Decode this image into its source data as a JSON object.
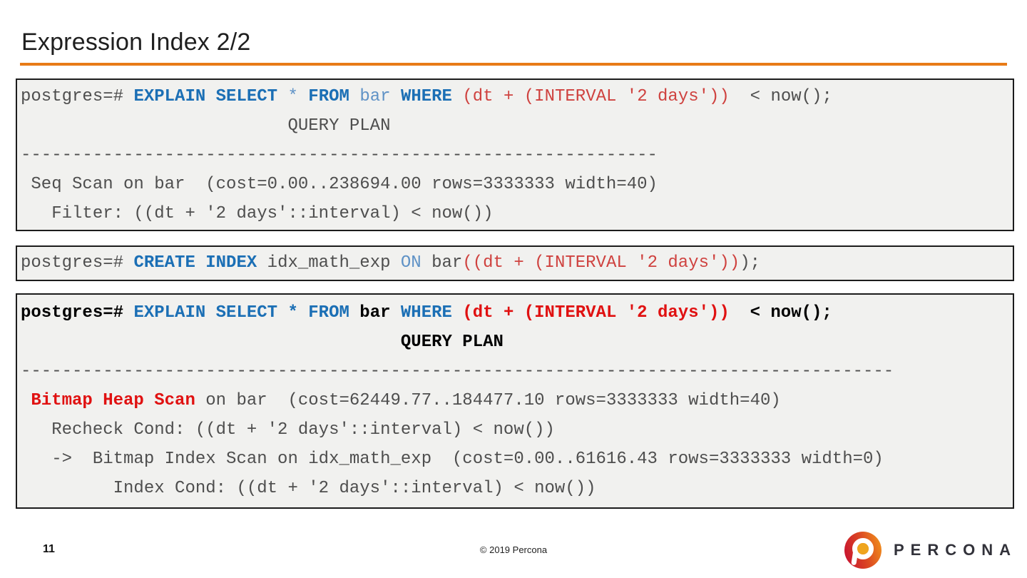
{
  "slide": {
    "title": "Expression Index 2/2",
    "page_number": "11",
    "copyright": "© 2019 Percona",
    "brand_wordmark": "PERCONA"
  },
  "colors": {
    "accent_orange": "#E87B17",
    "keyword_blue": "#1B6FB5",
    "soft_blue": "#5F92C6",
    "expression_red": "#CF423F",
    "bold_red": "#E01111",
    "terminal_gray": "#4E4E4E",
    "code_background": "#F1F1EF",
    "logo_red": "#C81430",
    "logo_orange": "#EF8A1C",
    "logo_gold": "#EFA51E"
  },
  "code_boxes": [
    {
      "name": "explain-seq-scan",
      "lines": [
        [
          {
            "t": "postgres=# ",
            "s": "g"
          },
          {
            "t": "EXPLAIN SELECT",
            "s": "k"
          },
          {
            "t": " ",
            "s": "g"
          },
          {
            "t": "*",
            "s": "b"
          },
          {
            "t": " ",
            "s": "g"
          },
          {
            "t": "FROM",
            "s": "k"
          },
          {
            "t": " ",
            "s": "g"
          },
          {
            "t": "bar",
            "s": "b"
          },
          {
            "t": " ",
            "s": "g"
          },
          {
            "t": "WHERE",
            "s": "k"
          },
          {
            "t": " ",
            "s": "g"
          },
          {
            "t": "(dt + (INTERVAL '2 days'))",
            "s": "r"
          },
          {
            "t": "  < now();",
            "s": "g"
          }
        ],
        [
          {
            "t": "                          QUERY PLAN",
            "s": "g"
          }
        ],
        [
          {
            "t": "--------------------------------------------------------------",
            "s": "g"
          }
        ],
        [
          {
            "t": " Seq Scan on bar  (cost=0.00..238694.00 rows=3333333 width=40)",
            "s": "g"
          }
        ],
        [
          {
            "t": "   Filter: ((dt + '2 days'::interval) < now())",
            "s": "g"
          }
        ]
      ]
    },
    {
      "name": "create-index",
      "lines": [
        [
          {
            "t": "postgres=# ",
            "s": "g"
          },
          {
            "t": "CREATE INDEX",
            "s": "k"
          },
          {
            "t": " idx_math_exp ",
            "s": "g"
          },
          {
            "t": "ON",
            "s": "b"
          },
          {
            "t": " bar",
            "s": "g"
          },
          {
            "t": "((dt + (INTERVAL '2 days'))",
            "s": "r"
          },
          {
            "t": ");",
            "s": "g"
          }
        ]
      ]
    },
    {
      "name": "explain-bitmap-scan",
      "lines": [
        [
          {
            "t": "postgres=# ",
            "s": "K"
          },
          {
            "t": "EXPLAIN SELECT * FROM",
            "s": "k"
          },
          {
            "t": " bar ",
            "s": "K"
          },
          {
            "t": "WHERE",
            "s": "k"
          },
          {
            "t": " ",
            "s": "K"
          },
          {
            "t": "(dt + (INTERVAL '2 days'))",
            "s": "R"
          },
          {
            "t": "  < now();",
            "s": "K"
          }
        ],
        [
          {
            "t": "                                     QUERY PLAN",
            "s": "K"
          }
        ],
        [
          {
            "t": "-------------------------------------------------------------------------------------",
            "s": "g"
          }
        ],
        [
          {
            "t": " ",
            "s": "g"
          },
          {
            "t": "Bitmap Heap Scan",
            "s": "R"
          },
          {
            "t": " on bar  (cost=62449.77..184477.10 rows=3333333 width=40)",
            "s": "g"
          }
        ],
        [
          {
            "t": "   Recheck Cond: ((dt + '2 days'::interval) < now())",
            "s": "g"
          }
        ],
        [
          {
            "t": "   ->  Bitmap Index Scan on idx_math_exp  (cost=0.00..61616.43 rows=3333333 width=0)",
            "s": "g"
          }
        ],
        [
          {
            "t": "         Index Cond: ((dt + '2 days'::interval) < now())",
            "s": "g"
          }
        ]
      ]
    }
  ]
}
